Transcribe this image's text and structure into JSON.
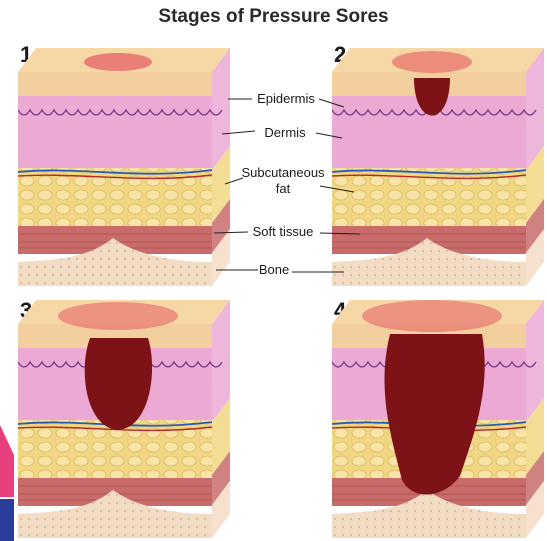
{
  "title": "Stages of Pressure Sores",
  "stages": [
    {
      "number": "1",
      "ulcer": "redness"
    },
    {
      "number": "2",
      "ulcer": "blister"
    },
    {
      "number": "3",
      "ulcer": "deep"
    },
    {
      "number": "4",
      "ulcer": "deepest"
    }
  ],
  "labels": {
    "epidermis": "Epidermis",
    "dermis": "Dermis",
    "subcutaneous_line1": "Subcutaneous",
    "subcutaneous_line2": "fat",
    "soft_tissue": "Soft tissue",
    "bone": "Bone"
  },
  "colors": {
    "epidermis_top": "#f5d8a6",
    "dermis": "#eba9d4",
    "fat": "#f1d783",
    "muscle": "#c86b6b",
    "bone": "#f3dcc4",
    "wound": "#7d1217",
    "redness": "#e3505a",
    "accent_pink": "#e8407f",
    "accent_blue": "#2b3c9a"
  }
}
